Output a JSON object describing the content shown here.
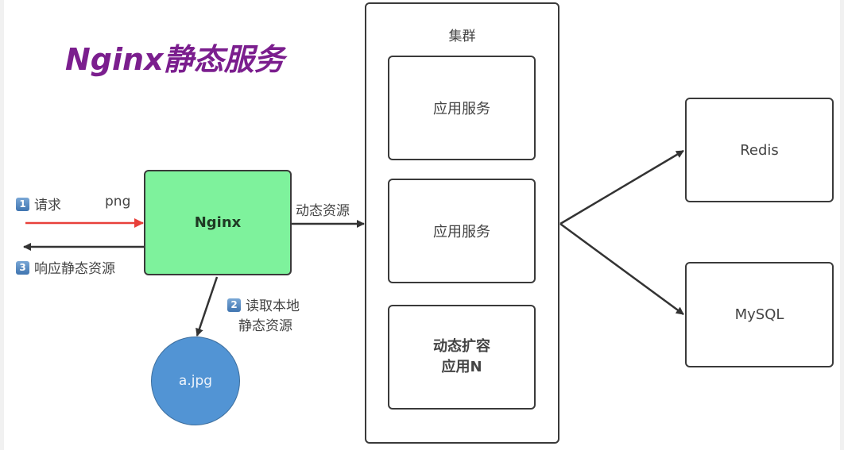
{
  "title": "Nginx静态服务",
  "nodes": {
    "nginx": "Nginx",
    "cluster": "集群",
    "app1": "应用服务",
    "app2": "应用服务",
    "appN_line1": "动态扩容",
    "appN_line2": "应用N",
    "redis": "Redis",
    "mysql": "MySQL",
    "file": "a.jpg"
  },
  "edges": {
    "request": {
      "step": "1",
      "label": "请求",
      "type": "png",
      "color": "#e8403a"
    },
    "response": {
      "step": "3",
      "label": "响应静态资源"
    },
    "read_local": {
      "step": "2",
      "label_line1": "读取本地",
      "label_line2": "静态资源"
    },
    "dynamic": {
      "label": "动态资源"
    }
  },
  "colors": {
    "title": "#7b1e8e",
    "nginx_fill": "#7ef29c",
    "file_fill": "#5294d4",
    "request_arrow": "#e8403a",
    "line": "#333333"
  }
}
